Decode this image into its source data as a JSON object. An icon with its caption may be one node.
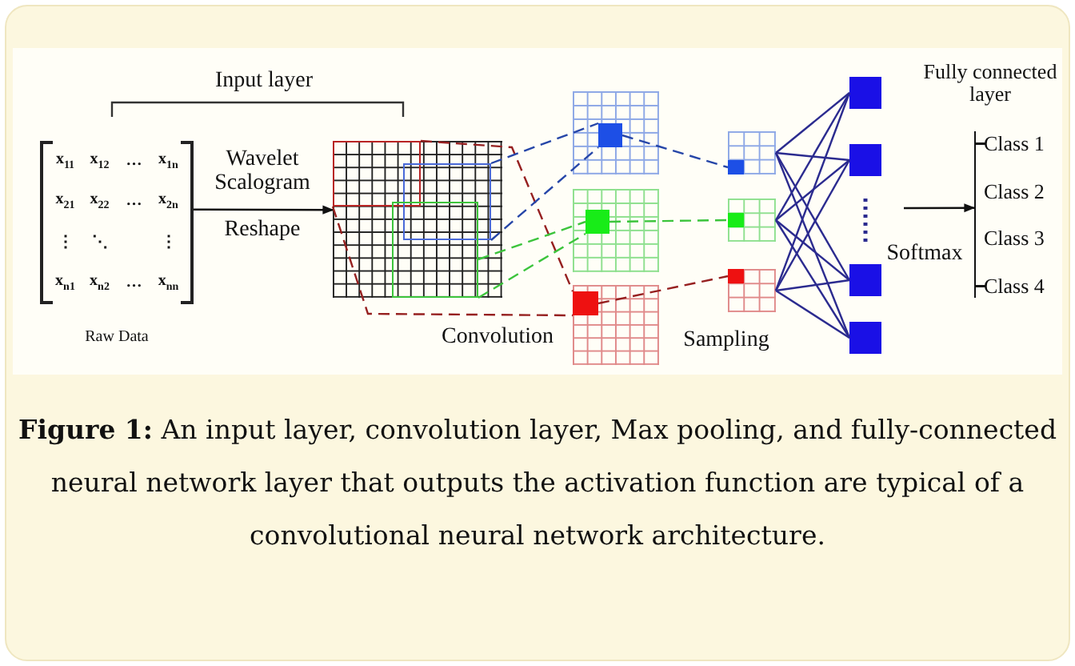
{
  "diagram": {
    "caption": "**Figure 1:** An input layer, convolution layer, Max pooling, and fully-connected neural network layer that outputs the activation function are typical of a convolutional neural network architecture.",
    "nodes": [
      {
        "text": [
          "x$_{11}$",
          "x$_{12}$",
          "…",
          "x$_{1n}$",
          "x$_{21}$",
          "x$_{22}$",
          "…",
          "x$_{2n}$",
          "⋮",
          "⋱",
          "⋮",
          "x$_{n1}$",
          "x$_{n2}$",
          "…",
          "x$_{nn}$"
        ],
        "beside": [
          "Raw Data"
        ]
      },
      {
        "text": [],
        "shape": "grid"
      },
      {
        "text": [],
        "shape": "box",
        "in": 1
      },
      {
        "text": [],
        "shape": "box",
        "in": 1
      },
      {
        "text": [],
        "shape": "box",
        "in": 1
      },
      {
        "text": [],
        "shape": "grid"
      },
      {
        "text": [],
        "shape": "box",
        "in": 5
      },
      {
        "text": [],
        "shape": "grid"
      },
      {
        "text": [],
        "shape": "box",
        "in": 7
      },
      {
        "text": [],
        "shape": "grid"
      },
      {
        "text": [],
        "shape": "box",
        "in": 9
      },
      {
        "text": [],
        "shape": "grid"
      },
      {
        "text": [],
        "shape": "box",
        "in": 11
      },
      {
        "text": [],
        "shape": "grid"
      },
      {
        "text": [],
        "shape": "box",
        "in": 13
      },
      {
        "text": [],
        "shape": "grid"
      },
      {
        "text": [],
        "shape": "box",
        "in": 15
      },
      {
        "text": [],
        "shape": "box"
      },
      {
        "text": [],
        "shape": "box"
      },
      {
        "text": [],
        "shape": "box"
      },
      {
        "text": [],
        "shape": "box"
      },
      {
        "text": [
          "Class 1",
          "Class 2",
          "Class 3",
          "Class 4"
        ]
      }
    ],
    "edges": [
      {
        "from": 0,
        "to": 1,
        "arrow": "to",
        "label": "Wavelet Scalogram",
        "color": "#111111"
      },
      {
        "from": 2,
        "to": 10,
        "arrow": "none",
        "style": "dashed",
        "color": "#962020"
      },
      {
        "from": 2,
        "to": 10,
        "arrow": "none",
        "style": "dashed",
        "color": "#962020"
      },
      {
        "from": 3,
        "to": 6,
        "arrow": "none",
        "style": "dashed",
        "color": "#2646a8"
      },
      {
        "from": 3,
        "to": 6,
        "arrow": "none",
        "style": "dashed",
        "color": "#2646a8"
      },
      {
        "from": 4,
        "to": 8,
        "arrow": "none",
        "style": "dashed",
        "color": "#3cc43c"
      },
      {
        "from": 4,
        "to": 8,
        "arrow": "none",
        "style": "dashed",
        "color": "#3cc43c"
      },
      {
        "from": 6,
        "to": 12,
        "arrow": "none",
        "style": "dashed",
        "color": "#2646a8"
      },
      {
        "from": 8,
        "to": 14,
        "arrow": "none",
        "style": "dashed",
        "color": "#3cc43c"
      },
      {
        "from": 10,
        "to": 16,
        "arrow": "none",
        "style": "dashed",
        "color": "#962020"
      },
      {
        "from": 11,
        "to": 17,
        "arrow": "none"
      },
      {
        "from": 11,
        "to": 18,
        "arrow": "none"
      },
      {
        "from": 11,
        "to": 19,
        "arrow": "none"
      },
      {
        "from": 11,
        "to": 20,
        "arrow": "none"
      },
      {
        "from": 13,
        "to": 17,
        "arrow": "none"
      },
      {
        "from": 13,
        "to": 18,
        "arrow": "none"
      },
      {
        "from": 13,
        "to": 19,
        "arrow": "none"
      },
      {
        "from": 13,
        "to": 20,
        "arrow": "none"
      },
      {
        "from": 15,
        "to": 17,
        "arrow": "none"
      },
      {
        "from": 15,
        "to": 18,
        "arrow": "none"
      },
      {
        "from": 15,
        "to": 19,
        "arrow": "none"
      },
      {
        "from": 15,
        "to": 20,
        "arrow": "none"
      },
      {
        "from": null,
        "to": 21,
        "arrow": "to",
        "label": "Softmax",
        "color": "#111111"
      }
    ],
    "labels": [
      "Input layer",
      "Reshape",
      "Convolution",
      "Sampling",
      "Fully connected layer"
    ]
  }
}
